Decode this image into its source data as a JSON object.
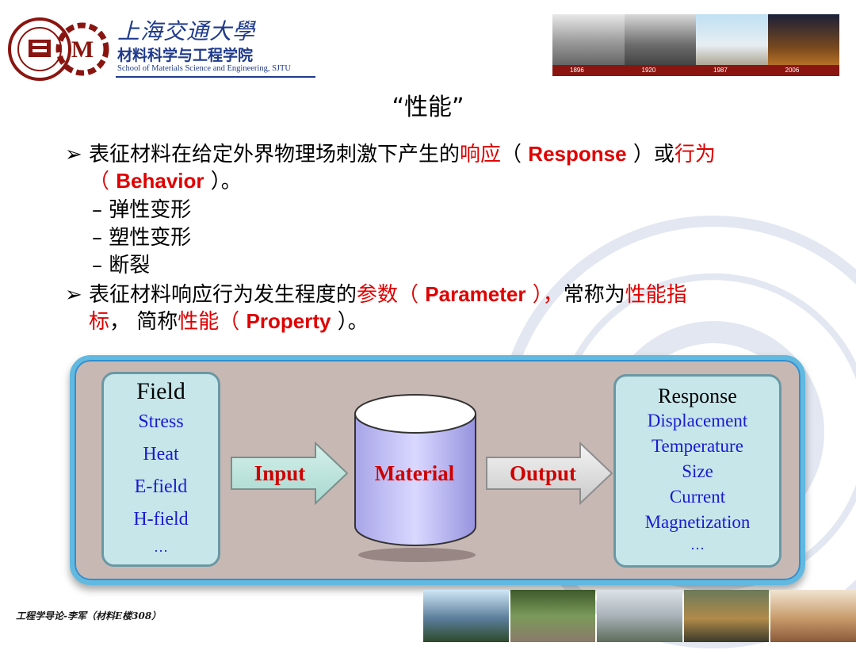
{
  "header": {
    "university_name": "上海交通大學",
    "school_name": "材料科学与工程学院",
    "school_name_en": "School of Materials Science and Engineering, SJTU",
    "photo_years": [
      "1896",
      "1920",
      "1987",
      "2006"
    ]
  },
  "slide": {
    "title": "“性能”",
    "bullet1": {
      "part1": "表征材料在给定外界物理场刺激下产生的",
      "red1": "响应",
      "paren_open": "（ ",
      "term1": "Response",
      "paren_close": " ）",
      "conj": "或",
      "red2": "行为",
      "line2_open": "（ ",
      "term2": "Behavior",
      "line2_close": " ）。"
    },
    "sub_items": [
      "– 弹性变形",
      "– 塑性变形",
      "– 断裂"
    ],
    "bullet2": {
      "part1": "表征材料响应行为发生程度的",
      "red1": "参数（ ",
      "term1": "Parameter",
      "red1_close": " ），",
      "mid": "常称为",
      "red2": "性能指",
      "red2b": "标",
      "mid2": "， 简称",
      "red3": "性能（ ",
      "term2": "Property",
      "end": " ）。"
    }
  },
  "diagram": {
    "field_title": "Field",
    "field_items": [
      "Stress",
      "Heat",
      "E-field",
      "H-field",
      "…"
    ],
    "input_label": "Input",
    "material_label": "Material",
    "output_label": "Output",
    "response_title": "Response",
    "response_items": [
      "Displacement",
      "Temperature",
      "Size",
      "Current",
      "Magnetization",
      "…"
    ]
  },
  "footer": {
    "text": "工程学导论-李军（材料E楼308）"
  },
  "colors": {
    "accent_red": "#e00000",
    "brand_blue": "#1f3a8c",
    "diagram_bg": "#c8b8b4",
    "diagram_border": "#62b9e0",
    "box_fill": "#c6e6ea",
    "item_blue": "#1a1ad0"
  }
}
